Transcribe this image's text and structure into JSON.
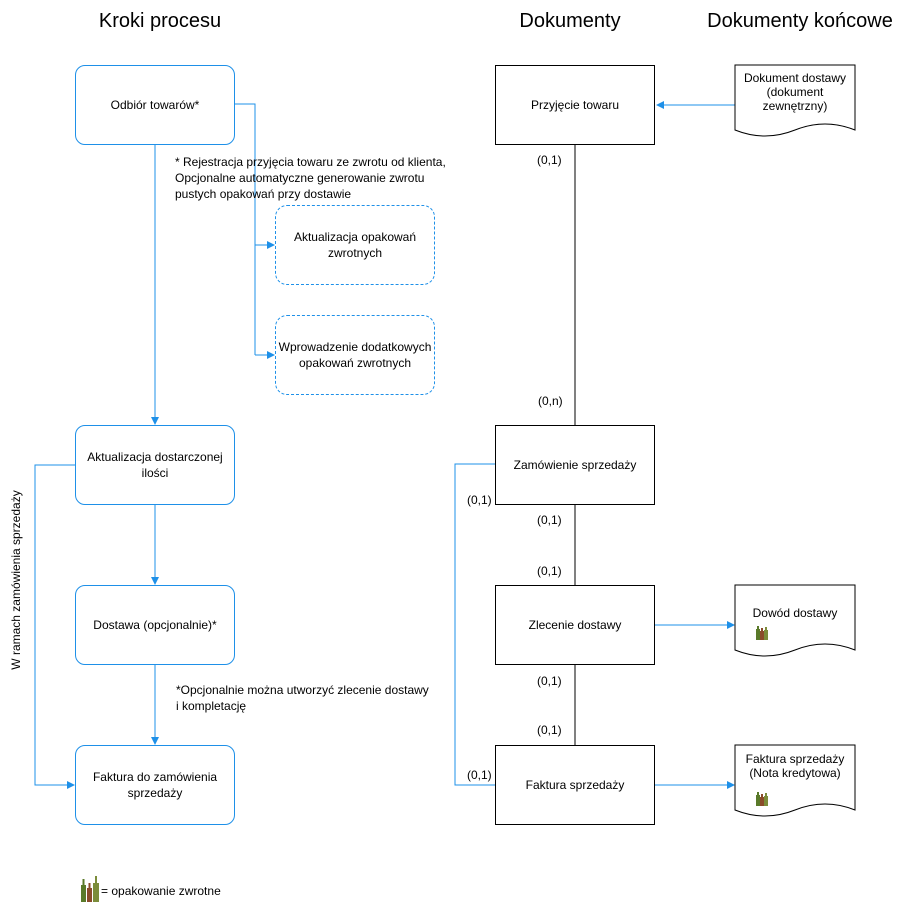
{
  "headers": {
    "steps": "Kroki procesu",
    "documents": "Dokumenty",
    "final_documents": "Dokumenty końcowe"
  },
  "steps": {
    "receipt": "Odbiór towarów*",
    "update_packaging": "Aktualizacja opakowań zwrotnych",
    "additional_packaging": "Wprowadzenie dodatkowych opakowań zwrotnych",
    "update_quantity": "Aktualizacja dostarczonej ilości",
    "delivery": "Dostawa (opcjonalnie)*",
    "invoice": "Faktura do zamówienia sprzedaży"
  },
  "notes": {
    "receipt_line1": "* Rejestracja przyjęcia towaru ze zwrotu od klienta,",
    "receipt_line2": "Opcjonalne automatyczne generowanie zwrotu",
    "receipt_line3": "pustych opakowań przy dostawie",
    "delivery_line1": "*Opcjonalnie można utworzyć zlecenie dostawy",
    "delivery_line2": "i kompletację",
    "side_label": "W ramach zamówienia sprzedaży"
  },
  "documents": {
    "receipt_doc": "Przyjęcie towaru",
    "sales_order": "Zamówienie sprzedaży",
    "delivery_order": "Zlecenie dostawy",
    "sales_invoice": "Faktura sprzedaży"
  },
  "final_documents": {
    "delivery_note_line1": "Dokument dostawy",
    "delivery_note_line2": "(dokument",
    "delivery_note_line3": "zewnętrzny)",
    "proof_of_delivery": "Dowód dostawy",
    "invoice_line1": "Faktura sprzedaży",
    "invoice_line2": "(Nota kredytowa)"
  },
  "cardinality": {
    "receipt_bottom": "(0,1)",
    "order_top": "(0,n)",
    "order_left": "(0,1)",
    "order_bottom": "(0,1)",
    "delivery_top": "(0,1)",
    "delivery_bottom": "(0,1)",
    "invoice_top": "(0,1)",
    "invoice_left": "(0,1)"
  },
  "legend": {
    "text": "= opakowanie zwrotne",
    "icon": "returnable-packaging-bottles-icon"
  },
  "colors": {
    "step_border": "#1e90e8",
    "arrow": "#1e90e8",
    "line": "#000000"
  }
}
